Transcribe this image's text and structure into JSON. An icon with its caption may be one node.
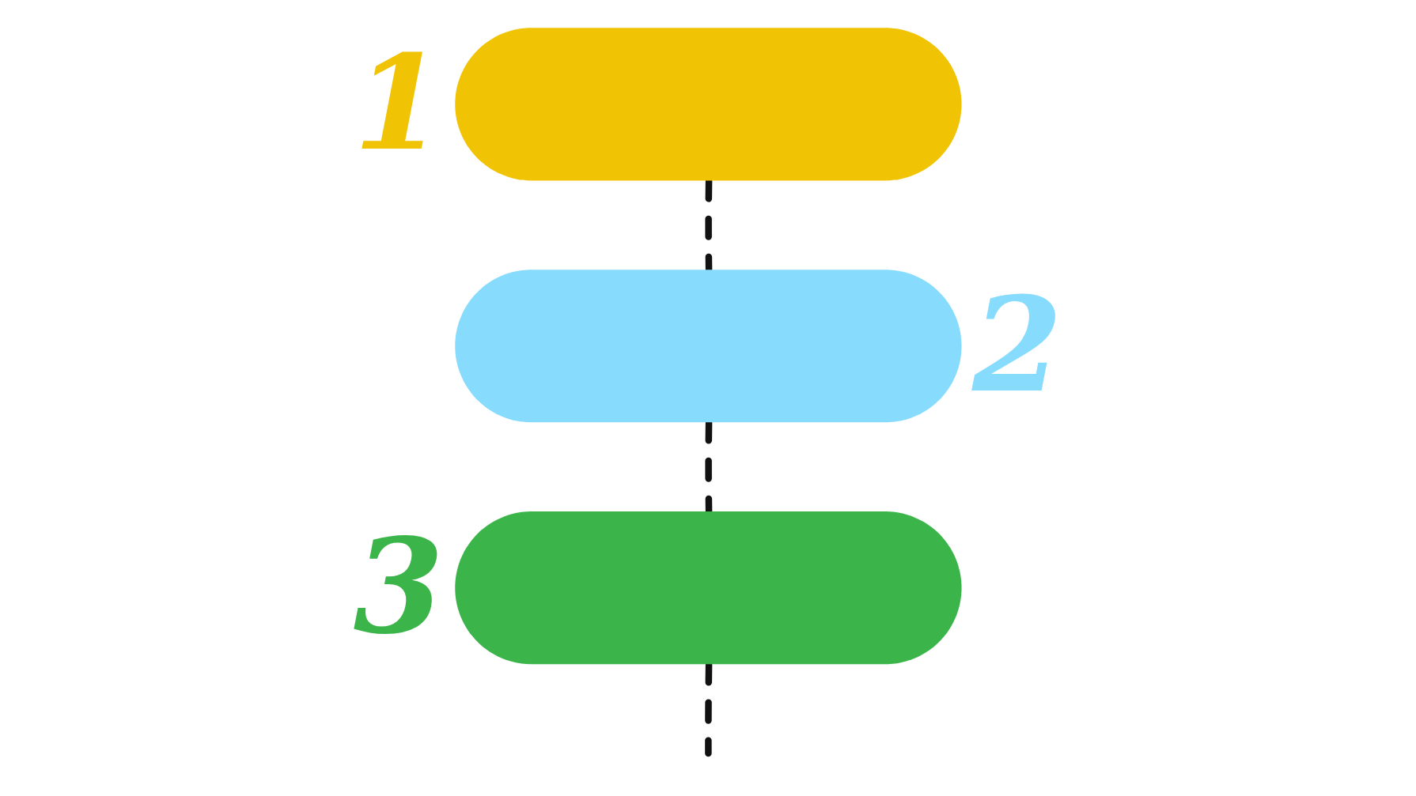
{
  "diagram": {
    "nodes": [
      {
        "text": [],
        "shape": "box",
        "beside": [
          "1"
        ]
      },
      {
        "text": [],
        "shape": "box",
        "beside": [
          "2"
        ]
      },
      {
        "text": [],
        "shape": "box",
        "beside": [
          "3"
        ]
      }
    ],
    "edges": [
      {
        "from": 0,
        "to": 1,
        "arrow": "none",
        "style": "dashed"
      },
      {
        "from": 1,
        "to": 2,
        "arrow": "none",
        "style": "dashed"
      },
      {
        "from": 2,
        "to": null,
        "arrow": "none",
        "style": "dashed"
      }
    ]
  }
}
